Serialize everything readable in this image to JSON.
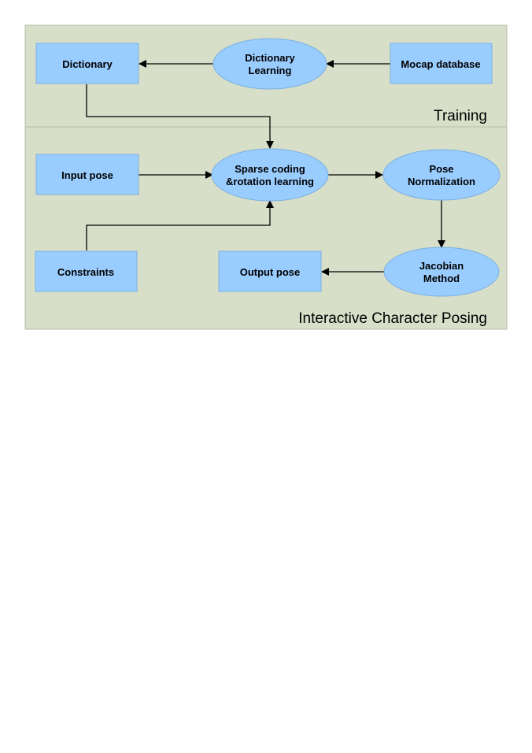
{
  "colors": {
    "panel_fill": "#d8dfc9",
    "panel_stroke": "#b5bca6",
    "node_fill": "#99ccff",
    "node_stroke": "#7bb0e0"
  },
  "sections": {
    "training": "Training",
    "posing": "Interactive Character Posing"
  },
  "nodes": {
    "dictionary": [
      "Dictionary"
    ],
    "dictionary_learning": [
      "Dictionary",
      "Learning"
    ],
    "mocap_database": [
      "Mocap database"
    ],
    "input_pose": [
      "Input pose"
    ],
    "sparse_coding": [
      "Sparse coding",
      "&rotation learning"
    ],
    "pose_normalization": [
      "Pose",
      "Normalization"
    ],
    "constraints": [
      "Constraints"
    ],
    "output_pose": [
      "Output pose"
    ],
    "jacobian_method": [
      "Jacobian",
      "Method"
    ]
  }
}
